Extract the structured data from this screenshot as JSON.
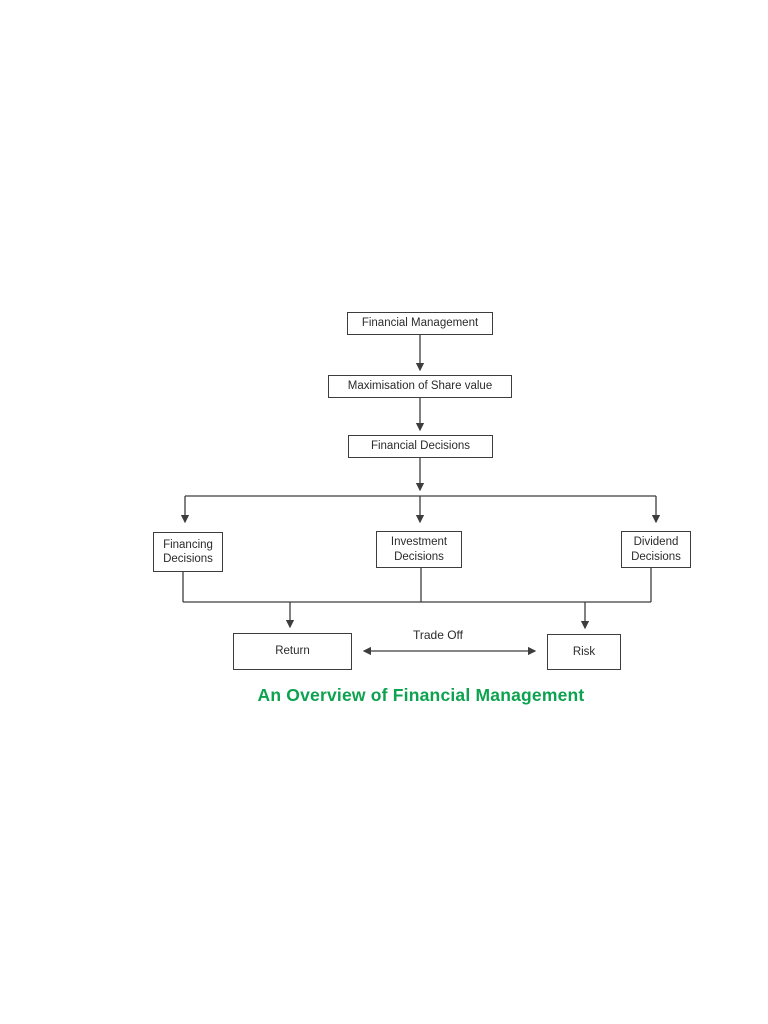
{
  "diagram": {
    "caption": "An Overview of Financial Management",
    "caption_color": "#0da24f",
    "line_color": "#3d3d3d",
    "nodes": {
      "financial_management": {
        "label": "Financial Management"
      },
      "maximisation": {
        "label": "Maximisation of Share value"
      },
      "financial_decisions": {
        "label": "Financial Decisions"
      },
      "financing": {
        "label": "Financing\nDecisions"
      },
      "investment": {
        "label": "Investment\nDecisions"
      },
      "dividend": {
        "label": "Dividend\nDecisions"
      },
      "return": {
        "label": "Return"
      },
      "risk": {
        "label": "Risk"
      },
      "trade_off": {
        "label": "Trade Off"
      }
    }
  }
}
